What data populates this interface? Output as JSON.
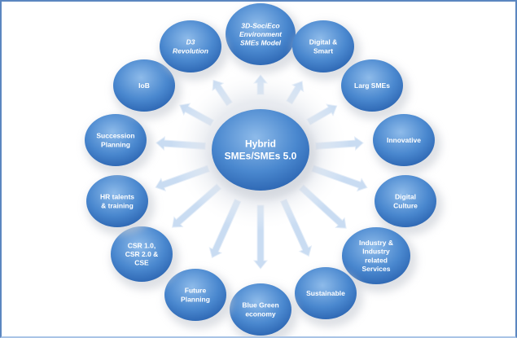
{
  "center": {
    "lines": [
      "Hybrid",
      "SMEs/SMEs 5.0"
    ]
  },
  "nodes": [
    {
      "id": "3d-socieco",
      "lines": [
        "3D-SociEco",
        "Environment",
        "SMEs Model"
      ],
      "italic": true
    },
    {
      "id": "digital-smart",
      "lines": [
        "Digital  &",
        "Smart"
      ]
    },
    {
      "id": "larg-smes",
      "lines": [
        "Larg SMEs"
      ]
    },
    {
      "id": "innovative",
      "lines": [
        "Innovative"
      ]
    },
    {
      "id": "digital-culture",
      "lines": [
        "Digital",
        "Culture"
      ]
    },
    {
      "id": "industry",
      "lines": [
        "Industry &",
        "Industry",
        "related",
        "Services"
      ]
    },
    {
      "id": "sustainable",
      "lines": [
        "Sustainable"
      ]
    },
    {
      "id": "blue-green",
      "lines": [
        "Blue Green",
        "economy"
      ]
    },
    {
      "id": "future-planning",
      "lines": [
        "Future",
        "Planning"
      ]
    },
    {
      "id": "csr",
      "lines": [
        "CSR 1.0,",
        "CSR 2.0 &",
        "CSE"
      ]
    },
    {
      "id": "hr-talents",
      "lines": [
        "HR talents",
        "& training"
      ]
    },
    {
      "id": "succession",
      "lines": [
        "Succession",
        "Planning"
      ]
    },
    {
      "id": "iob",
      "lines": [
        "IoB"
      ]
    },
    {
      "id": "d3-revolution",
      "lines": [
        "D3",
        "Revolution"
      ],
      "italic": true
    }
  ],
  "colors": {
    "node_light": "#7fb0e6",
    "node_dark": "#2a68b8",
    "arrow": "#c9dcf2"
  }
}
